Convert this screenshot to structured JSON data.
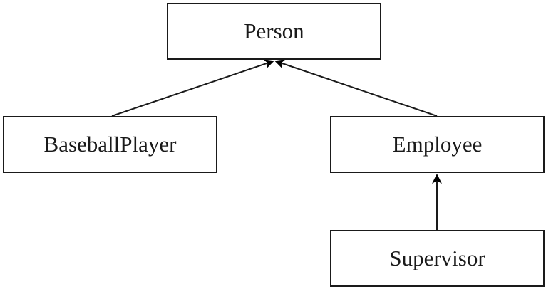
{
  "diagram": {
    "nodes": {
      "person": "Person",
      "baseball_player": "BaseballPlayer",
      "employee": "Employee",
      "supervisor": "Supervisor"
    },
    "edges": [
      {
        "from": "BaseballPlayer",
        "to": "Person"
      },
      {
        "from": "Employee",
        "to": "Person"
      },
      {
        "from": "Supervisor",
        "to": "Employee"
      }
    ],
    "colors": {
      "stroke": "#1a1a1a",
      "background": "#ffffff"
    }
  }
}
